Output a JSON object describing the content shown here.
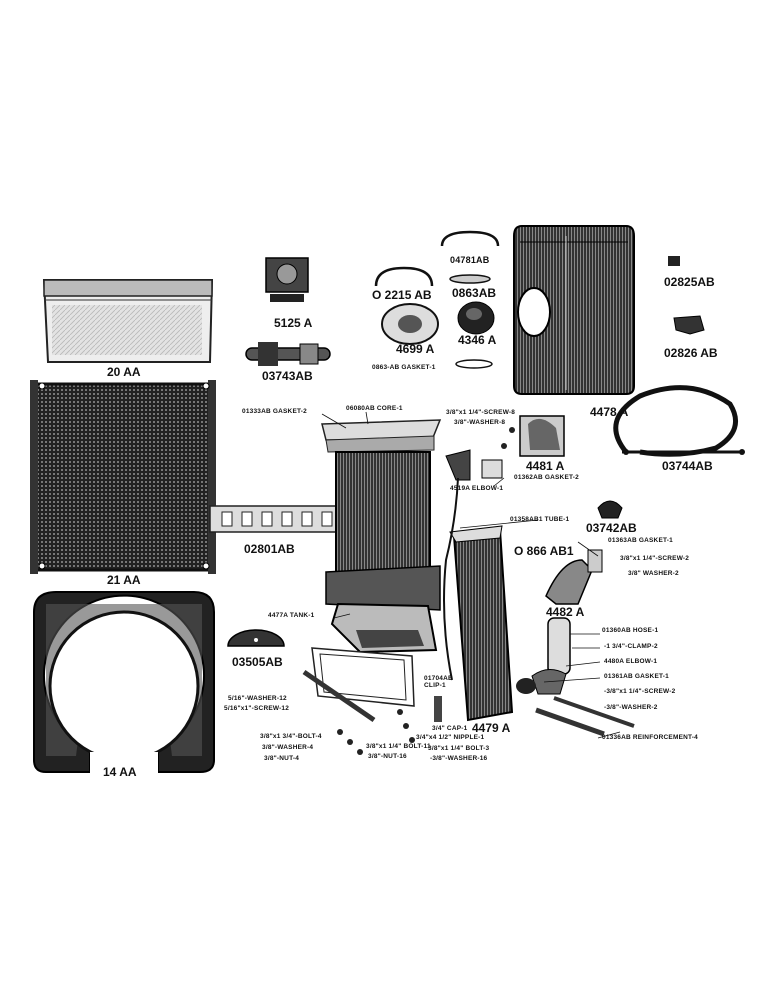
{
  "parts": {
    "p20aa": "20 AA",
    "p21aa": "21 AA",
    "p14aa": "14 AA",
    "p02801ab": "02801AB",
    "p03505ab": "03505AB",
    "p5125a": "5125 A",
    "p03743ab": "03743AB",
    "p02215ab": "O 2215 AB",
    "p04781ab": "04781AB",
    "p0863ab": "0863AB",
    "p4699a": "4699 A",
    "p4346a": "4346 A",
    "p0863gasket": "0863-AB GASKET-1",
    "p4478a": "4478 A",
    "p02825ab": "02825AB",
    "p02826ab": "02826 AB",
    "p03744ab": "03744AB",
    "p01333gasket": "01333AB GASKET-2",
    "p06080core": "06080AB CORE-1",
    "pscrew8": "3/8\"x1 1/4\"-SCREW-8",
    "pwasher8": "3/8\"-WASHER-8",
    "p4481a": "4481 A",
    "p4519elbow": "4519A ELBOW-1",
    "p01362gasket": "01362AB GASKET-2",
    "p01358tube": "01358AB1 TUBE-1",
    "p03742ab": "03742AB",
    "p0866ab1": "O 866 AB1",
    "p01363gasket": "01363AB GASKET-1",
    "pscrew2a": "3/8\"x1 1/4\"-SCREW-2",
    "pwasher2a": "3/8\" WASHER-2",
    "p4482a": "4482 A",
    "p4477tank": "4477A TANK-1",
    "p01360hose": "01360AB HOSE-1",
    "pclamp2": "-1 3/4\"-CLAMP-2",
    "p4480elbow": "4480A ELBOW-1",
    "p01361gasket": "01361AB GASKET-1",
    "pscrew2b": "-3/8\"x1 1/4\"-SCREW-2",
    "pwasher2b": "-3/8\"-WASHER-2",
    "preinf": "01336AB REINFORCEMENT-4",
    "p4479a": "4479 A",
    "p01704clip": "01704AB CLIP-1",
    "pwasher12": "5/16\"-WASHER-12",
    "pscrew12": "5/16\"x1\"-SCREW-12",
    "pbolt4": "3/8\"x1 3/4\"-BOLT-4",
    "pwasher4": "3/8\"-WASHER-4",
    "pnut4": "3/8\"-NUT-4",
    "pbolt11": "3/8\"x1 1/4\" BOLT-11",
    "pnut16": "3/8\"-NUT-16",
    "pcap": "3/4\" CAP-1",
    "pnipple": "3/4\"x4 1/2\" NIPPLE-1",
    "pbolt3": "3/8\"x1 1/4\" BOLT-3",
    "pwasher16": "-3/8\"-WASHER-16"
  }
}
